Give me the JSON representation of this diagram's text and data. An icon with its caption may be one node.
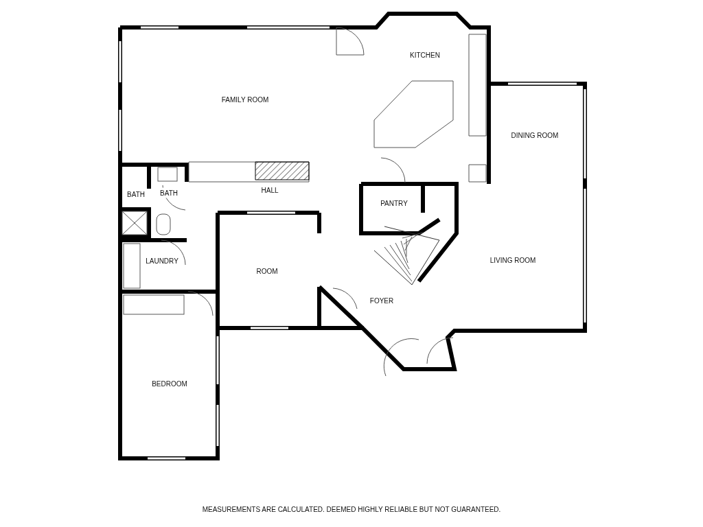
{
  "diagram": {
    "labels": [
      "KITCHEN",
      "FAMILY ROOM",
      "DINING ROOM",
      "BATH",
      "BATH",
      "HALL",
      "PANTRY",
      "LAUNDRY",
      "ROOM",
      "LIVING ROOM",
      "FOYER",
      "BEDROOM",
      "MEASUREMENTS ARE CALCULATED. DEEMED HIGHLY RELIABLE BUT NOT GUARANTEED."
    ]
  }
}
